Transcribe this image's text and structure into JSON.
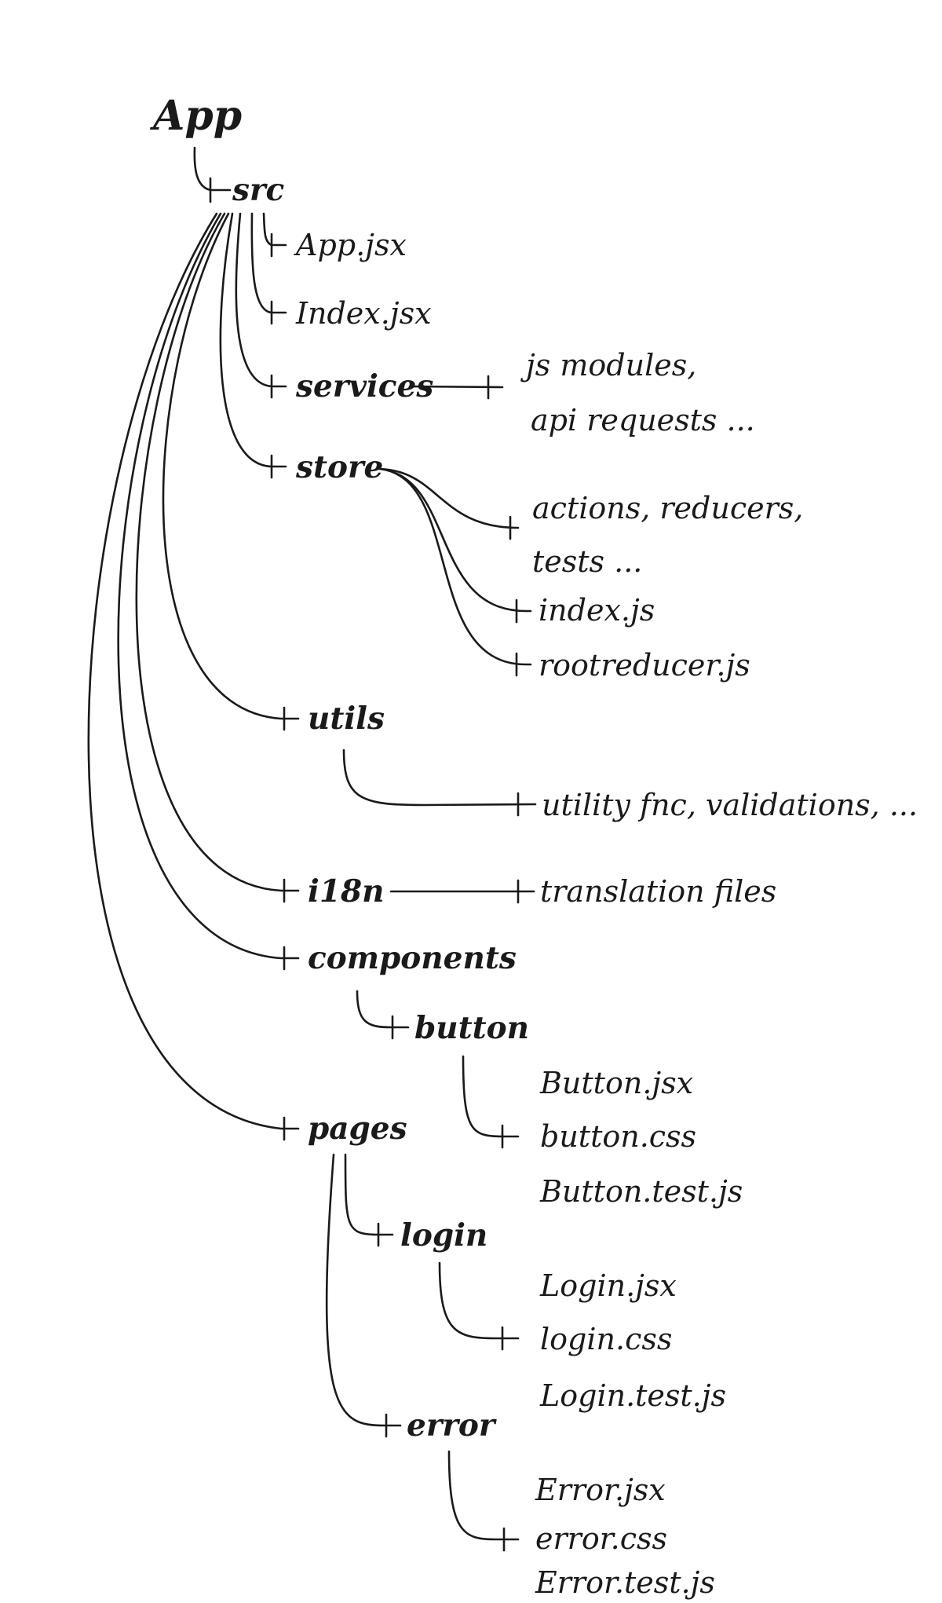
{
  "tree": {
    "root": "App",
    "src": "src",
    "app_jsx": "App.jsx",
    "index_jsx": "Index.jsx",
    "services": "services",
    "services_note_1": "js modules,",
    "services_note_2": "api requests ...",
    "store": "store",
    "store_note_1": "actions, reducers,",
    "store_note_2": "tests ...",
    "store_index": "index.js",
    "store_rootreducer": "rootreducer.js",
    "utils": "utils",
    "utils_note": "utility fnc, validations, ...",
    "i18n": "i18n",
    "i18n_note": "translation files",
    "components": "components",
    "button": "button",
    "button_jsx": "Button.jsx",
    "button_css": "button.css",
    "button_test": "Button.test.js",
    "pages": "pages",
    "login": "login",
    "login_jsx": "Login.jsx",
    "login_css": "login.css",
    "login_test": "Login.test.js",
    "error": "error",
    "error_jsx": "Error.jsx",
    "error_css": "error.css",
    "error_test": "Error.test.js"
  },
  "colors": {
    "ink": "#1a1a1a",
    "background": "#ffffff"
  }
}
